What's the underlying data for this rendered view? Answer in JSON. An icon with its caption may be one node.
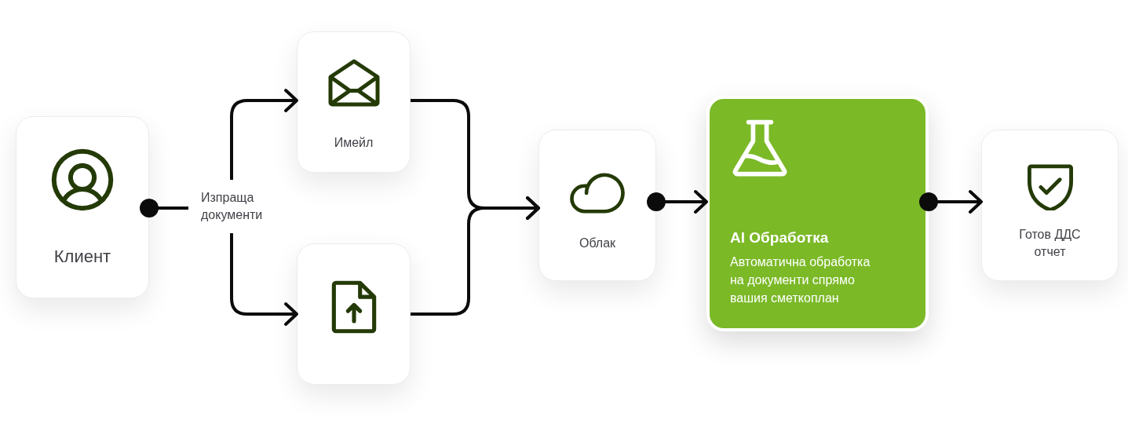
{
  "diagram": {
    "nodes": [
      {
        "text": [
          "Клиент"
        ]
      },
      {
        "text": [
          "Изпраща документи"
        ]
      },
      {
        "text": [
          "Имейл"
        ]
      },
      {
        "text": [],
        "shape": "box"
      },
      {
        "text": [
          "Облак"
        ]
      },
      {
        "text": [
          "AI Обработка",
          "Автоматична обработка на документи спрямо вашия сметкоплан"
        ]
      },
      {
        "text": [
          "Готов ДДС отчет"
        ]
      }
    ],
    "edges": [
      {
        "from": 0,
        "to": 1,
        "arrow": "other"
      },
      {
        "from": 1,
        "to": 2,
        "arrow": "to"
      },
      {
        "from": 1,
        "to": 3,
        "arrow": "to"
      },
      {
        "from": 2,
        "to": 4,
        "arrow": "to"
      },
      {
        "from": 3,
        "to": 4,
        "arrow": "to"
      },
      {
        "from": 4,
        "to": 5,
        "arrow": "to"
      },
      {
        "from": 5,
        "to": 6,
        "arrow": "to"
      }
    ]
  }
}
